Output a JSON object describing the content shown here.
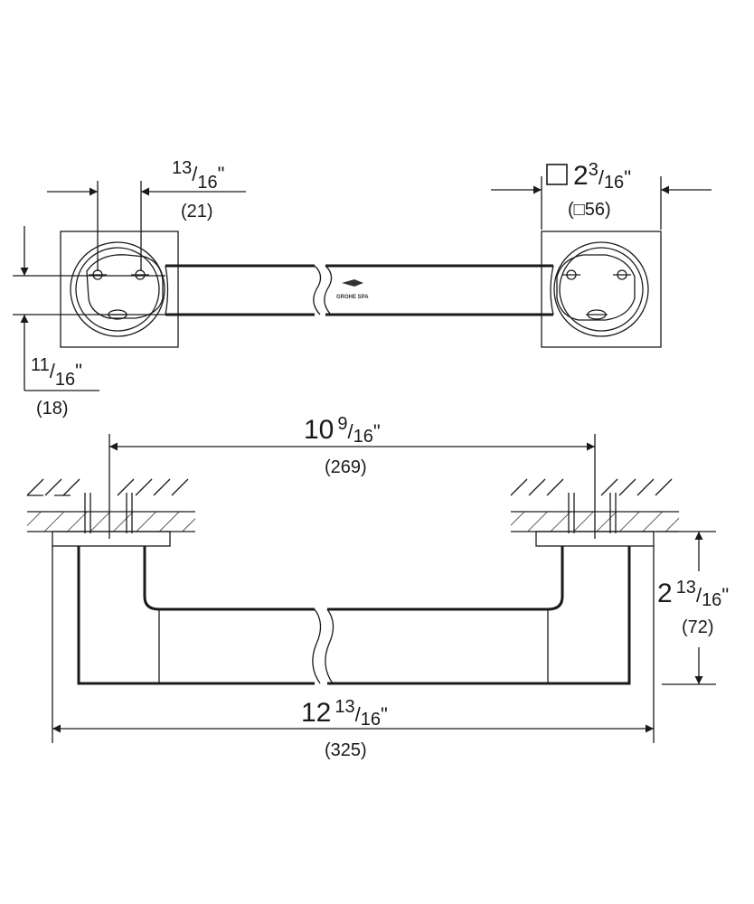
{
  "top_view": {
    "hole_spacing": {
      "whole": "",
      "num": "13",
      "den": "16",
      "unit": "\"",
      "mm": "(21)"
    },
    "rosette_size": {
      "square_symbol": "□",
      "whole": "2",
      "num": "3",
      "den": "16",
      "unit": "\"",
      "mm": "(□56)"
    },
    "tube_diameter": {
      "whole": "",
      "num": "11",
      "den": "16",
      "unit": "\"",
      "mm": "(18)"
    },
    "brand": "GROHE SPA"
  },
  "side_view": {
    "center_distance": {
      "whole": "10",
      "num": "9",
      "den": "16",
      "unit": "\"",
      "mm": "(269)"
    },
    "projection": {
      "whole": "2",
      "num": "13",
      "den": "16",
      "unit": "\"",
      "mm": "(72)"
    },
    "overall_length": {
      "whole": "12",
      "num": "13",
      "den": "16",
      "unit": "\"",
      "mm": "(325)"
    }
  },
  "colors": {
    "ink": "#1a1a1a",
    "background": "#ffffff"
  }
}
